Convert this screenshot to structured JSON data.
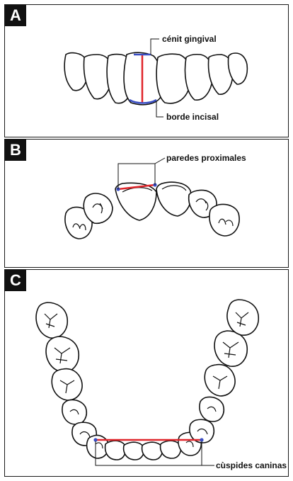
{
  "panels": [
    {
      "tag": "A",
      "labels": {
        "top": "cénit gingival",
        "bottom": "borde incisal"
      }
    },
    {
      "tag": "B",
      "labels": {
        "top": "paredes proximales"
      }
    },
    {
      "tag": "C",
      "labels": {
        "bottom": "cùspides caninas"
      }
    }
  ],
  "colors": {
    "red": "#e0262b",
    "blue": "#3a4fc4",
    "ink": "#111111"
  }
}
